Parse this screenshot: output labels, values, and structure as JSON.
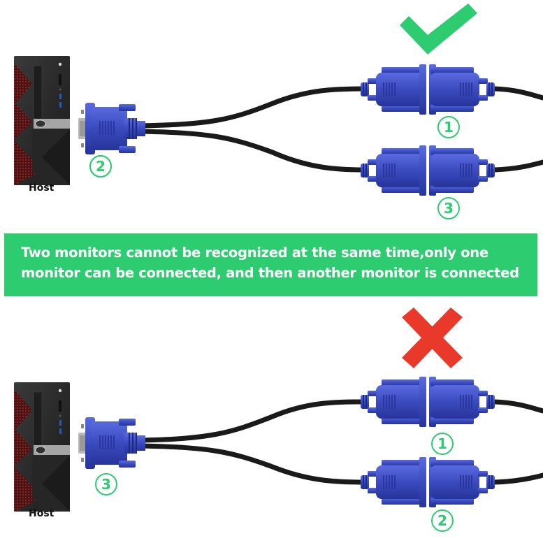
{
  "colors": {
    "accent_green": "#2ecc71",
    "cross_red": "#e8392a",
    "connector_blue": "#3a4bbf",
    "cable_black": "#1a1a1a",
    "case_dark": "#2b2b2b",
    "case_red": "#7a1e1e"
  },
  "top_scenario": {
    "status_icon": "check-mark-icon",
    "status": "correct",
    "host_label": "Host",
    "host_connector_number": "②",
    "upper_connector_number": "①",
    "lower_connector_number": "③"
  },
  "banner": {
    "line1": "Two monitors cannot be recognized at the same time,only one",
    "line2": "monitor can be connected, and then another monitor is connected"
  },
  "bottom_scenario": {
    "status_icon": "cross-mark-icon",
    "status": "incorrect",
    "host_label": "Host",
    "host_connector_number": "③",
    "upper_connector_number": "①",
    "lower_connector_number": "②"
  }
}
